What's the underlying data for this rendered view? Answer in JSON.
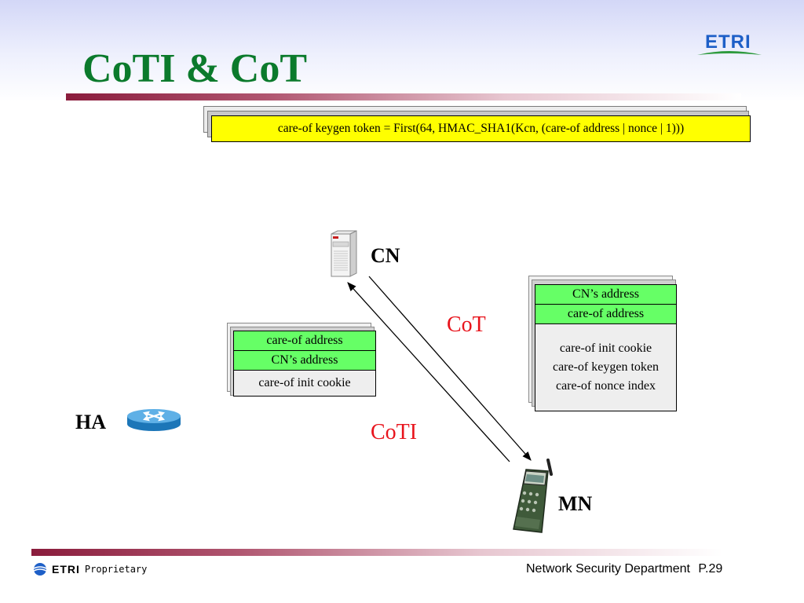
{
  "slide": {
    "title": "CoTI & CoT",
    "logo_text": "ETRI",
    "formula": "care-of keygen token = First(64, HMAC_SHA1(Kcn, (care-of address | nonce | 1)))"
  },
  "nodes": {
    "cn": "CN",
    "ha": "HA",
    "mn": "MN"
  },
  "messages": {
    "cot": "CoT",
    "coti": "CoTI"
  },
  "coti_box": {
    "rows": [
      "care-of address",
      "CN’s address"
    ],
    "body": [
      "care-of init cookie"
    ]
  },
  "cot_box": {
    "rows": [
      "CN’s address",
      "care-of address"
    ],
    "body": [
      "care-of init cookie",
      "care-of keygen token",
      "care-of nonce index"
    ]
  },
  "footer": {
    "brand": "ETRI",
    "tag": "Proprietary",
    "department": "Network Security Department",
    "page": "P.29"
  },
  "colors": {
    "title": "#0b7a2c",
    "formula_bg": "#ffff00",
    "cell_green": "#66ff66",
    "message_red": "#e8141c"
  }
}
